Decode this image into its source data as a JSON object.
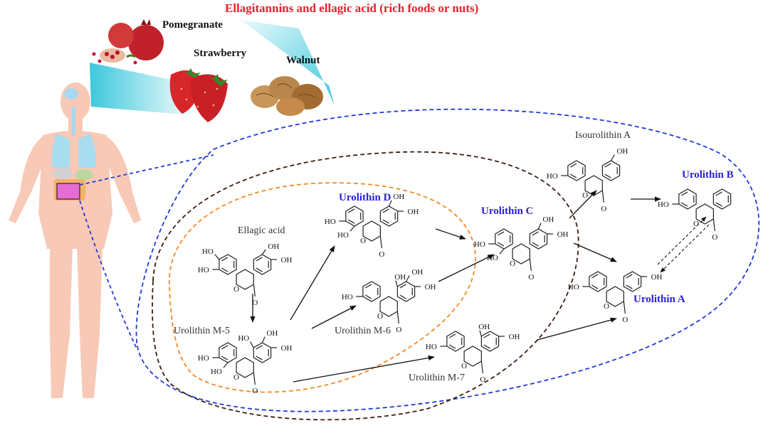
{
  "title": "Ellagitannins and ellagic acid (rich foods or nuts)",
  "foods": [
    {
      "id": "pomegranate",
      "label": "Pomegranate"
    },
    {
      "id": "strawberry",
      "label": "Strawberry"
    },
    {
      "id": "walnut",
      "label": "Walnut"
    }
  ],
  "compounds": {
    "ellagic_acid": "Ellagic acid",
    "urolithin_m5": "Urolithin M-5",
    "urolithin_d": "Urolithin D",
    "urolithin_m6": "Urolithin M-6",
    "urolithin_c": "Urolithin C",
    "urolithin_m7": "Urolithin M-7",
    "isourolithin_a": "Isourolithin A",
    "urolithin_b": "Urolithin B",
    "urolithin_a": "Urolithin A"
  },
  "atoms": {
    "hydroxyl": "HO",
    "hydroxyl_r": "OH",
    "oxygen": "O"
  },
  "colors": {
    "title": "#e8202a",
    "urolithin_highlight": "#2a22d4",
    "outer_loop": "#1f3ad9",
    "middle_loop": "#3b1e12",
    "inner_loop": "#f08a24",
    "cyan_beam": "#46cfe0",
    "body": "#f8c9b7"
  }
}
